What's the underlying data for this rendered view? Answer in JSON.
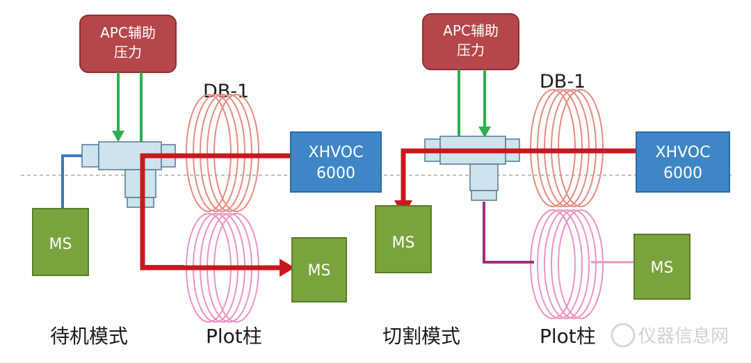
{
  "left": {
    "apc_line1": "APC辅助",
    "apc_line2": "压力",
    "db_label": "DB-1",
    "xhvoc_line1": "XHVOC",
    "xhvoc_line2": "6000",
    "ms_left": "MS",
    "ms_right": "MS",
    "mode_caption": "待机模式",
    "plot_caption": "Plot柱"
  },
  "right": {
    "apc_line1": "APC辅助",
    "apc_line2": "压力",
    "db_label": "DB-1",
    "xhvoc_line1": "XHVOC",
    "xhvoc_line2": "6000",
    "ms_left": "MS",
    "ms_right": "MS",
    "mode_caption": "切割模式",
    "plot_caption": "Plot柱"
  },
  "watermark": "仪器信息网",
  "colors": {
    "apc_box": "#b5474a",
    "xhvoc_box": "#3f86c6",
    "ms_box": "#7aa33d",
    "flow_red": "#c8181f",
    "green_line": "#2fae52",
    "blue_line": "#3d78bf",
    "db_coil": "#e8897e",
    "plot_coil": "#ee90c4",
    "splitter": "#cfe3ec"
  }
}
